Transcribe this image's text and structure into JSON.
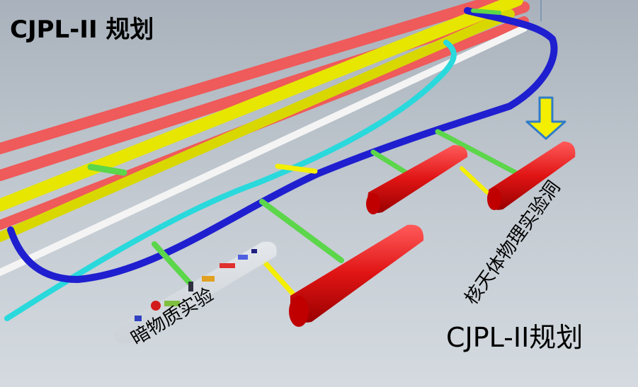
{
  "title_top": "CJPL-II 规划",
  "title_bottom": "CJPL-II规划",
  "label_dark_matter": "暗物质实验",
  "label_nuclear_astro": "核天体物理实验洞",
  "colors": {
    "background": "#b9c2cb",
    "tunnel_red": "#ef5a5a",
    "tunnel_yellow": "#e6e600",
    "tunnel_white": "#f4f4f4",
    "tunnel_cyan": "#29d9dc",
    "tunnel_blue": "#1f1fd0",
    "hall_red": "#e01818",
    "connector_green": "#5cd64a",
    "arrow_yellow": "#f4ee00"
  }
}
